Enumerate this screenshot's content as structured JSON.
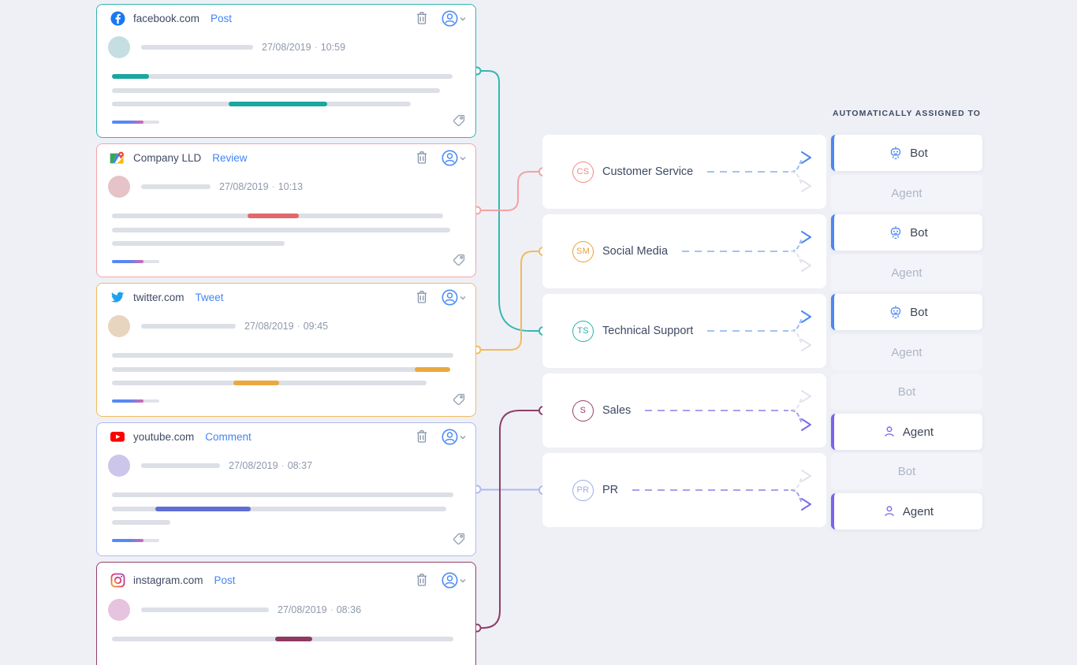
{
  "assigned_header": "AUTOMATICALLY ASSIGNED TO",
  "assignment_options": {
    "bot": "Bot",
    "agent": "Agent"
  },
  "cards": [
    {
      "source": "facebook.com",
      "type": "Post",
      "date": "27/08/2019",
      "time": "10:59",
      "accent": "#35b6b1",
      "avatar": "#c5dee1",
      "icon": "facebook-icon"
    },
    {
      "source": "Company LLD",
      "type": "Review",
      "date": "27/08/2019",
      "time": "10:13",
      "accent": "#f5a5a6",
      "avatar": "#e5c3c6",
      "icon": "google-maps-icon"
    },
    {
      "source": "twitter.com",
      "type": "Tweet",
      "date": "27/08/2019",
      "time": "09:45",
      "accent": "#f2bc60",
      "avatar": "#e8d5bf",
      "icon": "twitter-icon"
    },
    {
      "source": "youtube.com",
      "type": "Comment",
      "date": "27/08/2019",
      "time": "08:37",
      "accent": "#b0bbee",
      "avatar": "#cbc6ea",
      "icon": "youtube-icon"
    },
    {
      "source": "instagram.com",
      "type": "Post",
      "date": "27/08/2019",
      "time": "08:36",
      "accent": "#93406a",
      "avatar": "#e6c3df",
      "icon": "instagram-icon"
    }
  ],
  "categories": [
    {
      "initials": "CS",
      "label": "Customer Service",
      "color": "#ed8b83",
      "assigned_to": "Bot"
    },
    {
      "initials": "SM",
      "label": "Social Media",
      "color": "#e8a23c",
      "assigned_to": "Bot"
    },
    {
      "initials": "TS",
      "label": "Technical Support",
      "color": "#27b1ab",
      "assigned_to": "Bot"
    },
    {
      "initials": "S",
      "label": "Sales",
      "color": "#964069",
      "assigned_to": "Agent"
    },
    {
      "initials": "PR",
      "label": "PR",
      "color": "#9daae9",
      "assigned_to": "Agent"
    }
  ],
  "connections": [
    {
      "from": "facebook.com",
      "to": "Technical Support",
      "color": "#38b6b2"
    },
    {
      "from": "Company LLD",
      "to": "Customer Service",
      "color": "#f4a1a3"
    },
    {
      "from": "twitter.com",
      "to": "Social Media",
      "color": "#f1bb5e"
    },
    {
      "from": "youtube.com",
      "to": "PR",
      "color": "#aeb9ee"
    },
    {
      "from": "instagram.com",
      "to": "Sales",
      "color": "#8e3f66"
    }
  ],
  "colors": {
    "background": "#eef0f6",
    "link_blue": "#4385f5",
    "bot_accent": "#4c86f2",
    "agent_accent": "#7a63ee",
    "inactive_grey": "#adb5c5"
  },
  "icons": {
    "header_actions": [
      "trash-icon",
      "assign-user-icon",
      "chevron-down-icon"
    ],
    "card_footer": "tag-icon",
    "bot": "robot-icon",
    "agent": "person-icon"
  }
}
